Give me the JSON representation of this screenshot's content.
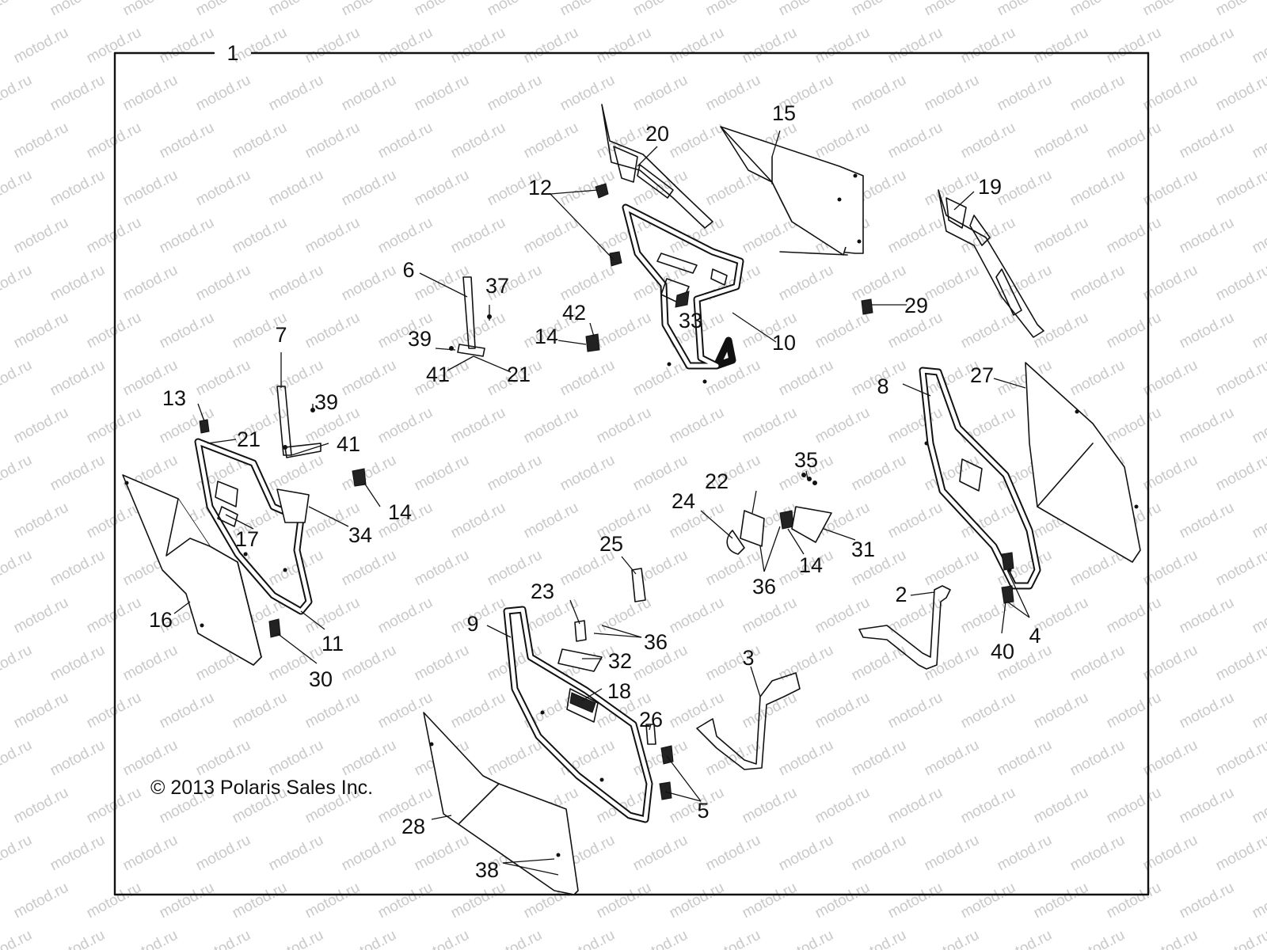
{
  "diagram": {
    "assembly_label": "1",
    "copyright": "© 2013 Polaris Sales Inc.",
    "watermark": "motod.ru",
    "callouts": [
      {
        "id": "c1",
        "label": "1"
      },
      {
        "id": "c2",
        "label": "2"
      },
      {
        "id": "c3",
        "label": "3"
      },
      {
        "id": "c4",
        "label": "4"
      },
      {
        "id": "c5",
        "label": "5"
      },
      {
        "id": "c6",
        "label": "6"
      },
      {
        "id": "c7",
        "label": "7"
      },
      {
        "id": "c8",
        "label": "8"
      },
      {
        "id": "c9",
        "label": "9"
      },
      {
        "id": "c10",
        "label": "10"
      },
      {
        "id": "c11",
        "label": "11"
      },
      {
        "id": "c12",
        "label": "12"
      },
      {
        "id": "c13",
        "label": "13"
      },
      {
        "id": "c14a",
        "label": "14"
      },
      {
        "id": "c14b",
        "label": "14"
      },
      {
        "id": "c14c",
        "label": "14"
      },
      {
        "id": "c15",
        "label": "15"
      },
      {
        "id": "c16",
        "label": "16"
      },
      {
        "id": "c17",
        "label": "17"
      },
      {
        "id": "c18",
        "label": "18"
      },
      {
        "id": "c19",
        "label": "19"
      },
      {
        "id": "c20",
        "label": "20"
      },
      {
        "id": "c21a",
        "label": "21"
      },
      {
        "id": "c21b",
        "label": "21"
      },
      {
        "id": "c22",
        "label": "22"
      },
      {
        "id": "c23",
        "label": "23"
      },
      {
        "id": "c24",
        "label": "24"
      },
      {
        "id": "c25",
        "label": "25"
      },
      {
        "id": "c26",
        "label": "26"
      },
      {
        "id": "c27",
        "label": "27"
      },
      {
        "id": "c28",
        "label": "28"
      },
      {
        "id": "c29",
        "label": "29"
      },
      {
        "id": "c30",
        "label": "30"
      },
      {
        "id": "c31",
        "label": "31"
      },
      {
        "id": "c32",
        "label": "32"
      },
      {
        "id": "c33",
        "label": "33"
      },
      {
        "id": "c34",
        "label": "34"
      },
      {
        "id": "c35",
        "label": "35"
      },
      {
        "id": "c36a",
        "label": "36"
      },
      {
        "id": "c36b",
        "label": "36"
      },
      {
        "id": "c37",
        "label": "37"
      },
      {
        "id": "c38",
        "label": "38"
      },
      {
        "id": "c39a",
        "label": "39"
      },
      {
        "id": "c39b",
        "label": "39"
      },
      {
        "id": "c40",
        "label": "40"
      },
      {
        "id": "c41a",
        "label": "41"
      },
      {
        "id": "c41b",
        "label": "41"
      },
      {
        "id": "c42",
        "label": "42"
      }
    ]
  }
}
